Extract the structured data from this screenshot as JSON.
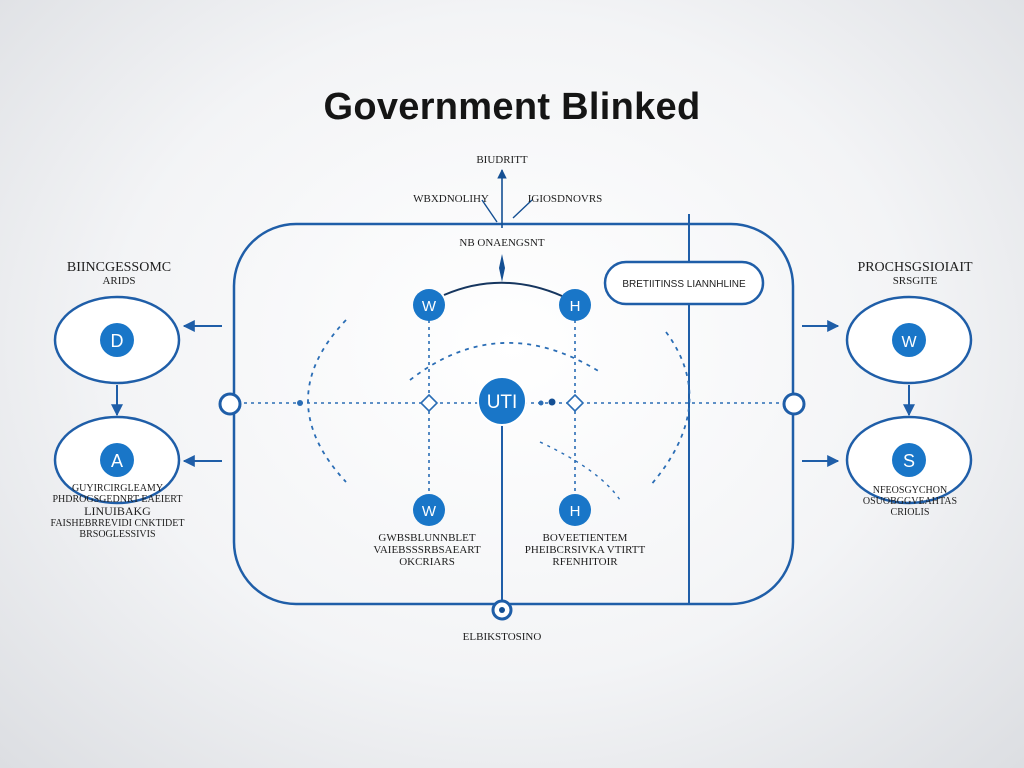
{
  "title": "Government Blinked",
  "top_label": "BIUDRITT",
  "top_left_label": "WBXDNOLIHY",
  "top_right_label": "IGIOSDNOVRS",
  "center_top_label": "NB ONAENGSNT",
  "pill_label": "BRETIITINSS LIANNHLINE",
  "hub_label": "UTI",
  "bottom_label": "ELBIKSTOSINO",
  "left_group": {
    "title": "BIINCGESSOMC",
    "subtitle": "ARIDS",
    "node_top_letter": "D",
    "node_bottom_letter": "A",
    "caption_lines": [
      "GUYIRCIRGLEAMY",
      "PHDROGSGEDNRT EAEIERT",
      "LINUIBAKG",
      "FAISHEBRREVIDI CNKTIDET",
      "BRSOGLESSIVIS"
    ]
  },
  "right_group": {
    "title": "PROCHSGSIOIAIT",
    "subtitle": "SRSGITE",
    "node_top_letter": "W",
    "node_bottom_letter": "S",
    "caption_lines": [
      "NFEOSGYCHON",
      "OSUOBGGVEAHTAS",
      "CRIOLIS"
    ]
  },
  "inner_nodes": {
    "top_left": "W",
    "top_right": "H",
    "bottom_left": "W",
    "bottom_right": "H"
  },
  "bottom_left_caption": [
    "GWBSBLUNNBLET",
    "VAIEBSSSRBSAEART",
    "OKCRIARS"
  ],
  "bottom_right_caption": [
    "BOVEETIENTEM",
    "PHEIBCRSIVKA VTIRTT",
    "RFENHITOIR"
  ],
  "colors": {
    "frame": "#1f5ea8",
    "node_fill": "#1976c8",
    "node_dark": "#144f93",
    "dash": "#2a6db5",
    "text": "#151515"
  }
}
